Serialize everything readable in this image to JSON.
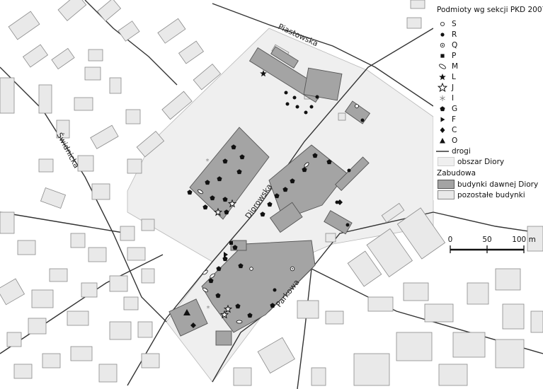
{
  "legend": {
    "title": "Podmioty wg sekcji PKD 2007",
    "markers": [
      {
        "code": "S",
        "icon": "circle-open-icon"
      },
      {
        "code": "R",
        "icon": "circle-filled-icon"
      },
      {
        "code": "Q",
        "icon": "circle-dot-icon"
      },
      {
        "code": "P",
        "icon": "square-filled-icon"
      },
      {
        "code": "M",
        "icon": "ellipse-open-icon"
      },
      {
        "code": "L",
        "icon": "star-filled-icon"
      },
      {
        "code": "J",
        "icon": "star-open-icon"
      },
      {
        "code": "I",
        "icon": "asterisk-icon"
      },
      {
        "code": "G",
        "icon": "pentagon-filled-icon"
      },
      {
        "code": "F",
        "icon": "triangle-right-icon"
      },
      {
        "code": "C",
        "icon": "diamond-filled-icon"
      },
      {
        "code": "O",
        "icon": "triangle-up-icon"
      }
    ],
    "roads_label": "drogi",
    "area_label": "obszar Diory",
    "buildings_heading": "Zabudowa",
    "diora_buildings_label": "budynki dawnej Diory",
    "other_buildings_label": "pozostałe budynki"
  },
  "streets": {
    "piastowska": "Piastowska",
    "swidnicka": "Świdnicka",
    "diorowska": "Diorowska",
    "parkowa": "Parkowa"
  },
  "scale": {
    "ticks": [
      "0",
      "50",
      "100 m"
    ]
  },
  "colors": {
    "diora_building": "#a4a4a4",
    "other_building": "#e9e9e9",
    "diora_area": "#efefef",
    "road": "#333333"
  }
}
